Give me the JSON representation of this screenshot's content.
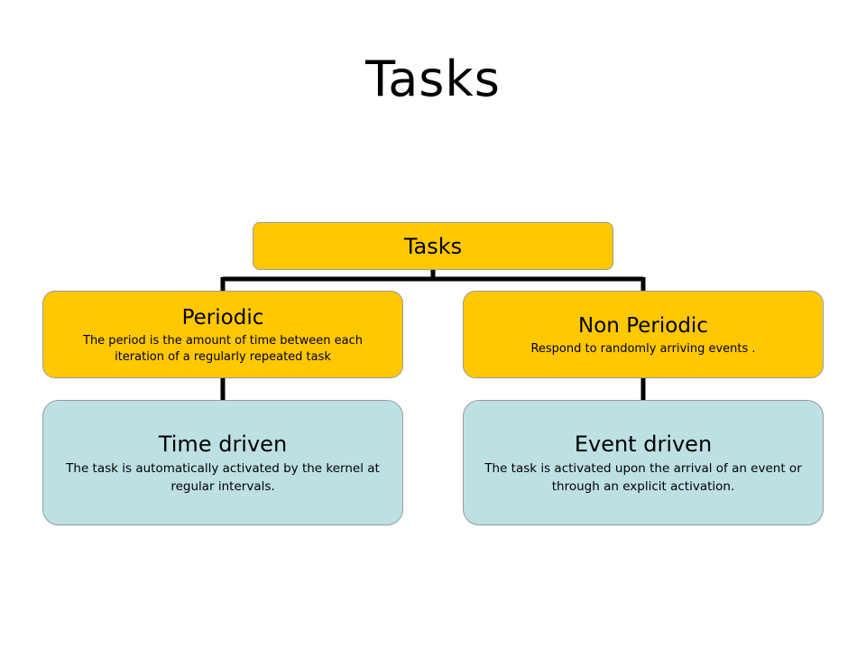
{
  "slide": {
    "title": "Tasks"
  },
  "colors": {
    "primary_box": "#ffc800",
    "secondary_box": "#bde0e3",
    "connector": "#000000",
    "box_border": "#9a9a9a"
  },
  "diagram": {
    "root": {
      "title": "Tasks"
    },
    "branches": [
      {
        "title": "Periodic",
        "description": "The period is the amount of time between each iteration of a regularly repeated task",
        "child": {
          "title": "Time driven",
          "description": "The task is automatically activated by the kernel at regular intervals."
        }
      },
      {
        "title": "Non Periodic",
        "description": "Respond to randomly arriving events .",
        "child": {
          "title": "Event driven",
          "description": "The task is activated upon the arrival of an event or through an explicit activation."
        }
      }
    ]
  }
}
